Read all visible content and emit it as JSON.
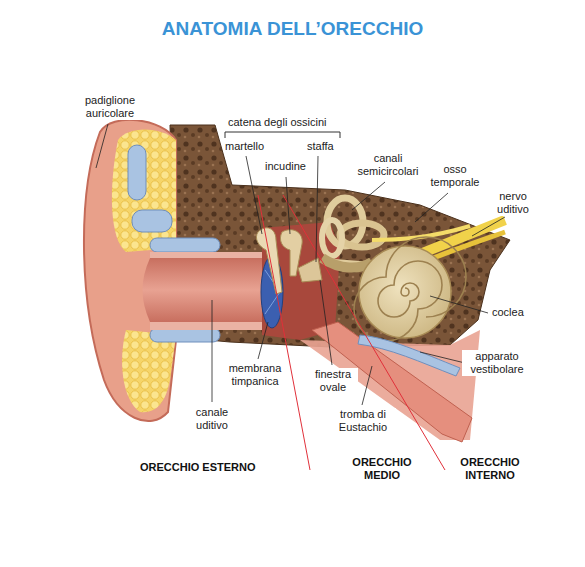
{
  "diagram": {
    "title": "ANATOMIA DELL’ORECCHIO",
    "labels": [
      "padiglione auricolare",
      "catena degli ossicini",
      "martello",
      "incudine",
      "staffa",
      "canali semicircolari",
      "osso temporale",
      "nervo uditivo",
      "coclea",
      "apparato vestibolare",
      "finestra ovale",
      "membrana timpanica",
      "tromba di Eustachio",
      "canale uditivo",
      "ORECCHIO ESTERNO",
      "ORECCHIO MEDIO",
      "ORECCHIO INTERNO"
    ]
  }
}
